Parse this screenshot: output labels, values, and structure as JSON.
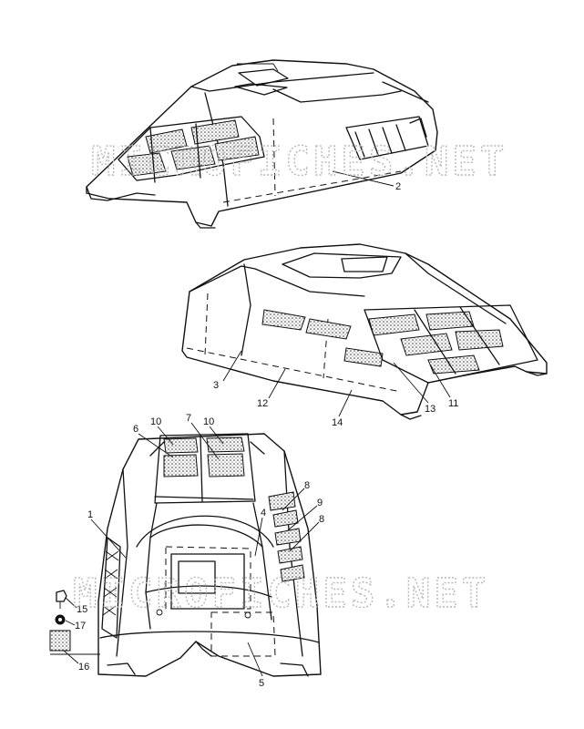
{
  "watermark": {
    "text": "MICROFICHES.NET"
  },
  "callouts": {
    "c1": "1",
    "c2": "2",
    "c3": "3",
    "c4": "4",
    "c5": "5",
    "c6": "6",
    "c7": "7",
    "c8a": "8",
    "c8b": "8",
    "c9": "9",
    "c10a": "10",
    "c10b": "10",
    "c11": "11",
    "c12": "12",
    "c13": "13",
    "c14": "14",
    "c15": "15",
    "c16": "16",
    "c17": "17"
  }
}
